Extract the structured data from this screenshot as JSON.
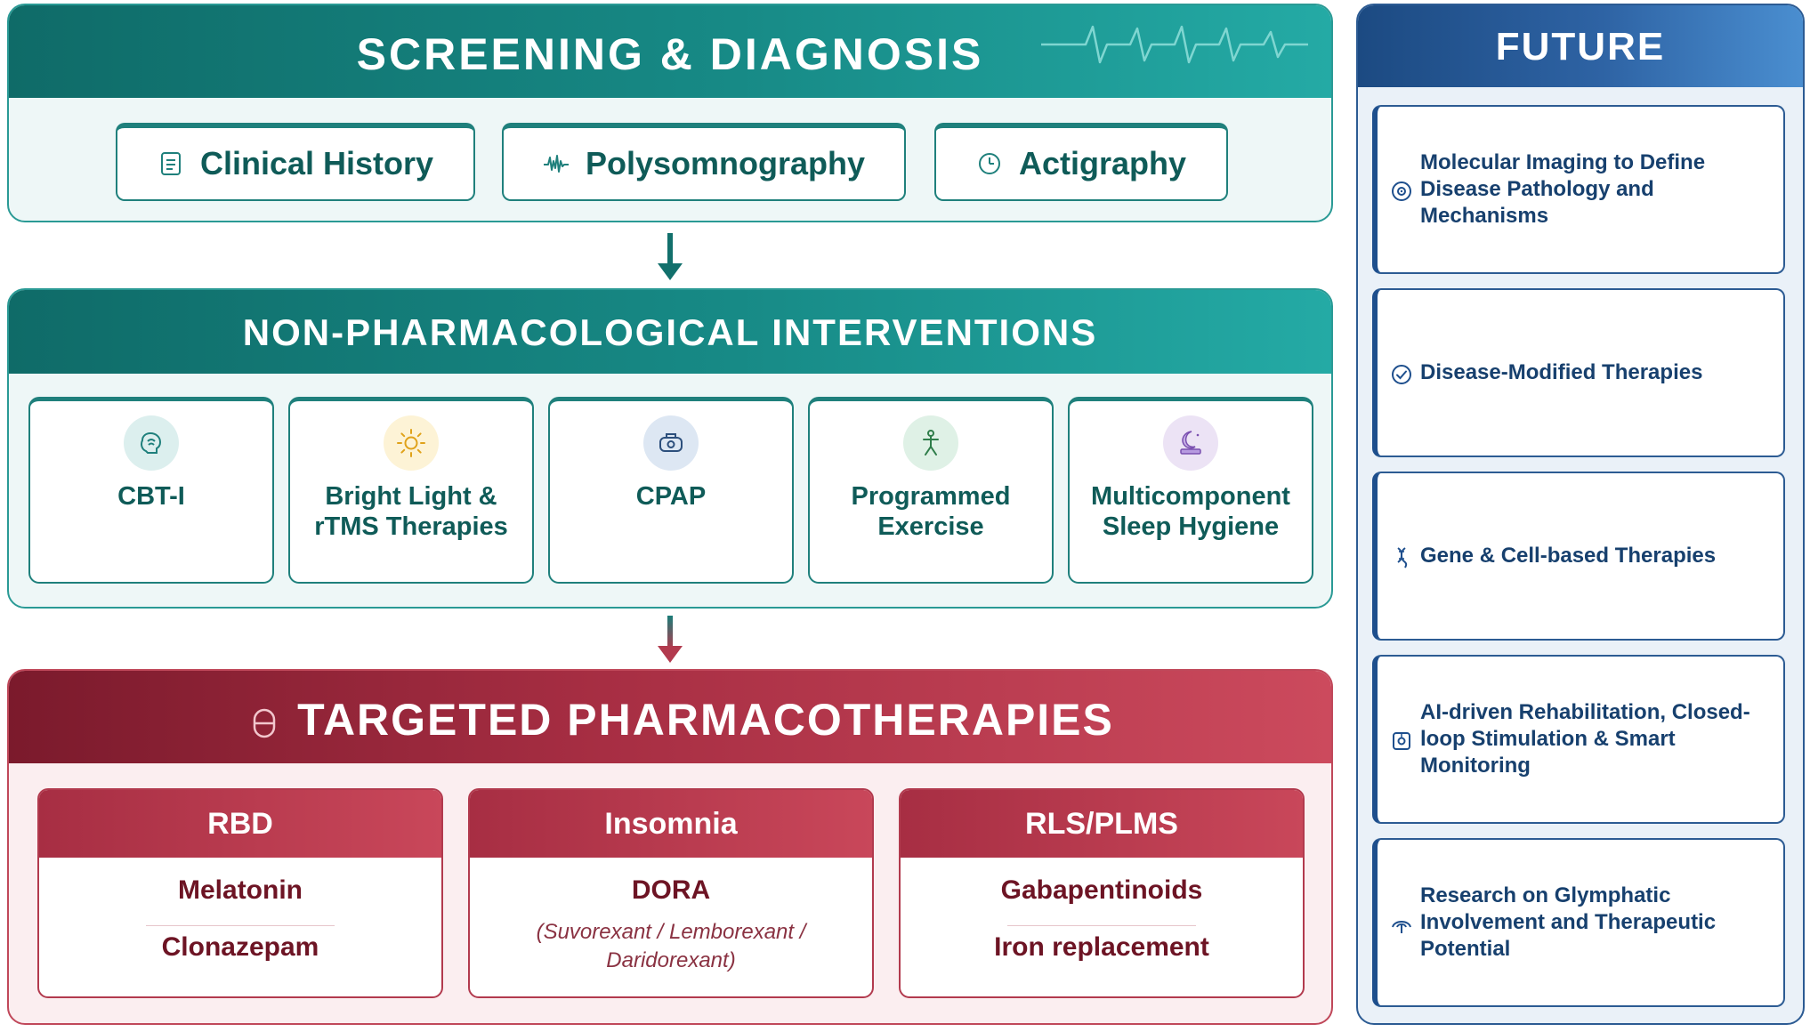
{
  "screening": {
    "title": "SCREENING & DIAGNOSIS",
    "items": [
      {
        "label": "Clinical History",
        "icon": "document-icon"
      },
      {
        "label": "Polysomnography",
        "icon": "waveform-icon"
      },
      {
        "label": "Actigraphy",
        "icon": "clock-icon"
      }
    ]
  },
  "nonpharm": {
    "title": "NON-PHARMACOLOGICAL INTERVENTIONS",
    "items": [
      {
        "label": "CBT-I",
        "icon": "brain-icon",
        "icon_bg": "#dcefee",
        "icon_color": "#1f807c"
      },
      {
        "label": "Bright Light & rTMS Therapies",
        "icon": "sun-icon",
        "icon_bg": "#fdf3d6",
        "icon_color": "#e0a21a"
      },
      {
        "label": "CPAP",
        "icon": "mask-icon",
        "icon_bg": "#dde7f3",
        "icon_color": "#2c4f7c"
      },
      {
        "label": "Programmed Exercise",
        "icon": "person-exercise-icon",
        "icon_bg": "#dff1e6",
        "icon_color": "#2f7d4a"
      },
      {
        "label": "Multicomponent Sleep Hygiene",
        "icon": "moon-bed-icon",
        "icon_bg": "#ece3f5",
        "icon_color": "#7a4fb0"
      }
    ]
  },
  "pharma": {
    "title": "TARGETED PHARMACOTHERAPIES",
    "icon": "pill-icon",
    "groups": [
      {
        "name": "RBD",
        "drugs": [
          "Melatonin",
          "Clonazepam"
        ]
      },
      {
        "name": "Insomnia",
        "drugs": [
          "DORA"
        ],
        "detail": "(Suvorexant / Lemborexant / Daridorexant)"
      },
      {
        "name": "RLS/PLMS",
        "drugs": [
          "Gabapentinoids",
          "Iron replacement"
        ]
      }
    ]
  },
  "future": {
    "title": "FUTURE",
    "items": [
      {
        "label": "Molecular Imaging to Define Disease Pathology and Mechanisms",
        "icon": "target-icon"
      },
      {
        "label": "Disease-Modified Therapies",
        "icon": "check-circle-icon"
      },
      {
        "label": "Gene & Cell-based Therapies",
        "icon": "dna-icon"
      },
      {
        "label": "AI-driven Rehabilitation, Closed-loop Stimulation & Smart Monitoring",
        "icon": "chip-icon"
      },
      {
        "label": "Research on Glymphatic Involvement and Therapeutic Potential",
        "icon": "fountain-icon"
      }
    ]
  },
  "colors": {
    "teal_dark": "#0f6b68",
    "teal_light": "#24aaa5",
    "crimson_dark": "#7b1a2c",
    "crimson_light": "#cc4a5d",
    "navy_dark": "#1c4a82",
    "navy_light": "#4a8ed0"
  }
}
